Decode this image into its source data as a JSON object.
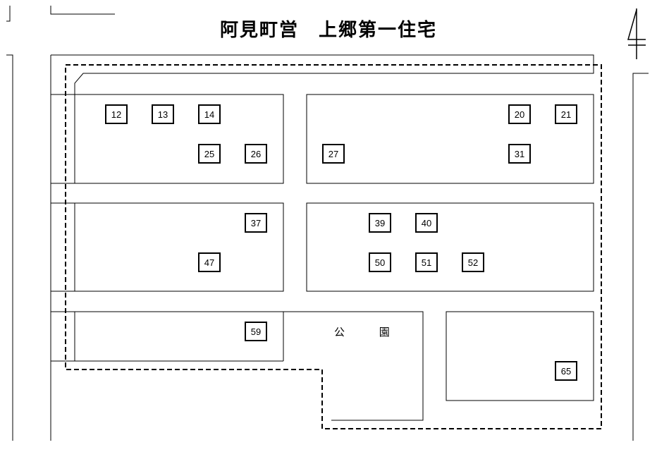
{
  "title": "阿見町営　上郷第一住宅",
  "park_label": "公 園",
  "north_icon": "north-arrow-icon",
  "lots": [
    "12",
    "13",
    "14",
    "25",
    "26",
    "27",
    "20",
    "21",
    "31",
    "37",
    "47",
    "39",
    "40",
    "50",
    "51",
    "52",
    "59",
    "65"
  ]
}
